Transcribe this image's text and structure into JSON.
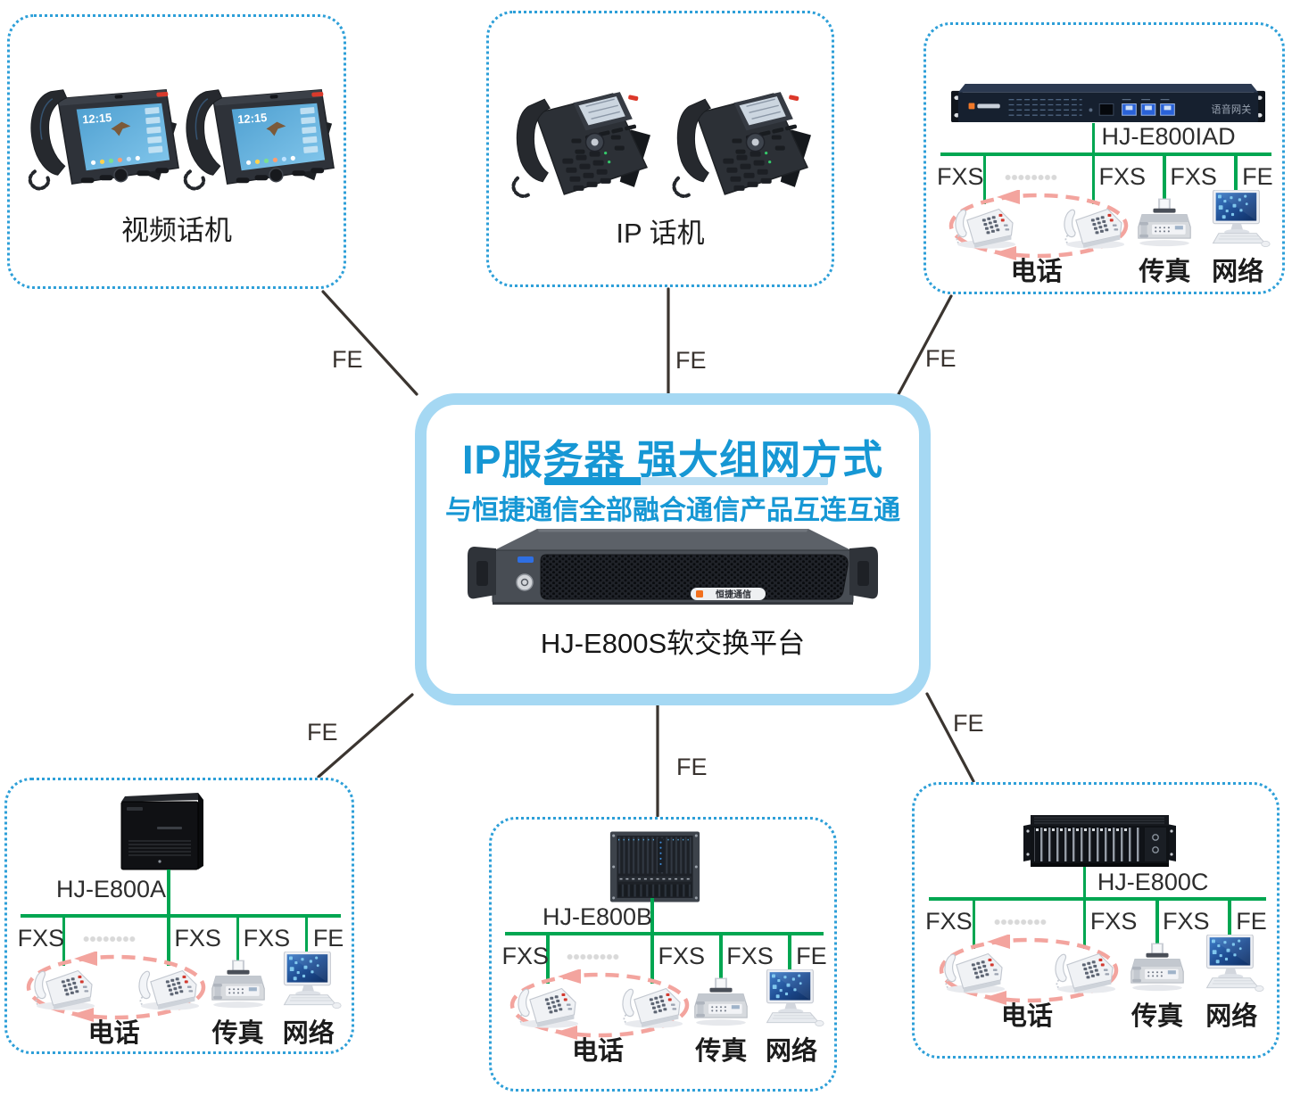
{
  "hub": {
    "title": "IP服务器 强大组网方式",
    "subtitle": "与恒捷通信全部融合通信产品互连互通",
    "server_logo": "恒捷通信",
    "server_caption": "HJ-E800S软交换平台"
  },
  "links": {
    "top_left": "FE",
    "top_center": "FE",
    "top_right": "FE",
    "bottom_left": "FE",
    "bottom_center": "FE",
    "bottom_right": "FE"
  },
  "video_box": {
    "label": "视频话机",
    "screen_time": "12:15"
  },
  "ip_box": {
    "label": "IP 话机"
  },
  "gateways": [
    {
      "name": "HJ-E800IAD",
      "panel_text": "语音网关",
      "ports": [
        "FXS",
        "FXS",
        "FXS",
        "FE"
      ],
      "phones_label": "电话",
      "fax_label": "传真",
      "network_label": "网络"
    },
    {
      "name": "HJ-E800A",
      "ports": [
        "FXS",
        "FXS",
        "FXS",
        "FE"
      ],
      "phones_label": "电话",
      "fax_label": "传真",
      "network_label": "网络"
    },
    {
      "name": "HJ-E800B",
      "ports": [
        "FXS",
        "FXS",
        "FXS",
        "FE"
      ],
      "phones_label": "电话",
      "fax_label": "传真",
      "network_label": "网络"
    },
    {
      "name": "HJ-E800C",
      "ports": [
        "FXS",
        "FXS",
        "FXS",
        "FE"
      ],
      "phones_label": "电话",
      "fax_label": "传真",
      "network_label": "网络"
    }
  ],
  "colors": {
    "accent_blue": "#1697d4",
    "box_border_blue": "#2d9fd8",
    "hub_border_blue": "#a5d8f3",
    "bus_green": "#00a651",
    "loop_pink": "#f3a49e",
    "line_dark": "#3b3530"
  }
}
